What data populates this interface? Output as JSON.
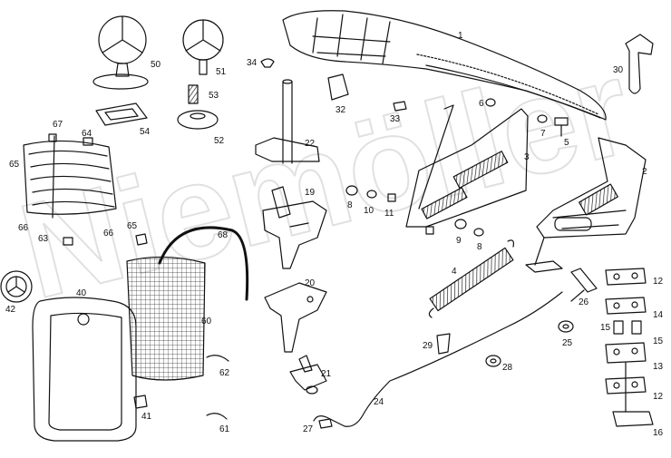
{
  "watermark": "Niemöller",
  "labels": [
    {
      "id": "p1",
      "text": "1"
    },
    {
      "id": "p2",
      "text": "2"
    },
    {
      "id": "p3",
      "text": "3"
    },
    {
      "id": "p4",
      "text": "4"
    },
    {
      "id": "p5",
      "text": "5"
    },
    {
      "id": "p6",
      "text": "6"
    },
    {
      "id": "p7",
      "text": "7"
    },
    {
      "id": "p8a",
      "text": "8"
    },
    {
      "id": "p8b",
      "text": "8"
    },
    {
      "id": "p9",
      "text": "9"
    },
    {
      "id": "p10",
      "text": "10"
    },
    {
      "id": "p11",
      "text": "11"
    },
    {
      "id": "p12a",
      "text": "12"
    },
    {
      "id": "p12b",
      "text": "12"
    },
    {
      "id": "p13",
      "text": "13"
    },
    {
      "id": "p14",
      "text": "14"
    },
    {
      "id": "p15a",
      "text": "15"
    },
    {
      "id": "p15b",
      "text": "15"
    },
    {
      "id": "p16",
      "text": "16"
    },
    {
      "id": "p19",
      "text": "19"
    },
    {
      "id": "p20",
      "text": "20"
    },
    {
      "id": "p21",
      "text": "21"
    },
    {
      "id": "p22",
      "text": "22"
    },
    {
      "id": "p24",
      "text": "24"
    },
    {
      "id": "p25",
      "text": "25"
    },
    {
      "id": "p26",
      "text": "26"
    },
    {
      "id": "p27",
      "text": "27"
    },
    {
      "id": "p28",
      "text": "28"
    },
    {
      "id": "p29",
      "text": "29"
    },
    {
      "id": "p30",
      "text": "30"
    },
    {
      "id": "p32",
      "text": "32"
    },
    {
      "id": "p33",
      "text": "33"
    },
    {
      "id": "p34",
      "text": "34"
    },
    {
      "id": "p40",
      "text": "40"
    },
    {
      "id": "p41",
      "text": "41"
    },
    {
      "id": "p42",
      "text": "42"
    },
    {
      "id": "p50",
      "text": "50"
    },
    {
      "id": "p51",
      "text": "51"
    },
    {
      "id": "p52",
      "text": "52"
    },
    {
      "id": "p53",
      "text": "53"
    },
    {
      "id": "p54",
      "text": "54"
    },
    {
      "id": "p60",
      "text": "60"
    },
    {
      "id": "p61",
      "text": "61"
    },
    {
      "id": "p62",
      "text": "62"
    },
    {
      "id": "p63",
      "text": "63"
    },
    {
      "id": "p64",
      "text": "64"
    },
    {
      "id": "p65a",
      "text": "65"
    },
    {
      "id": "p65b",
      "text": "65"
    },
    {
      "id": "p66a",
      "text": "66"
    },
    {
      "id": "p66b",
      "text": "66"
    },
    {
      "id": "p67",
      "text": "67"
    },
    {
      "id": "p68",
      "text": "68"
    }
  ]
}
